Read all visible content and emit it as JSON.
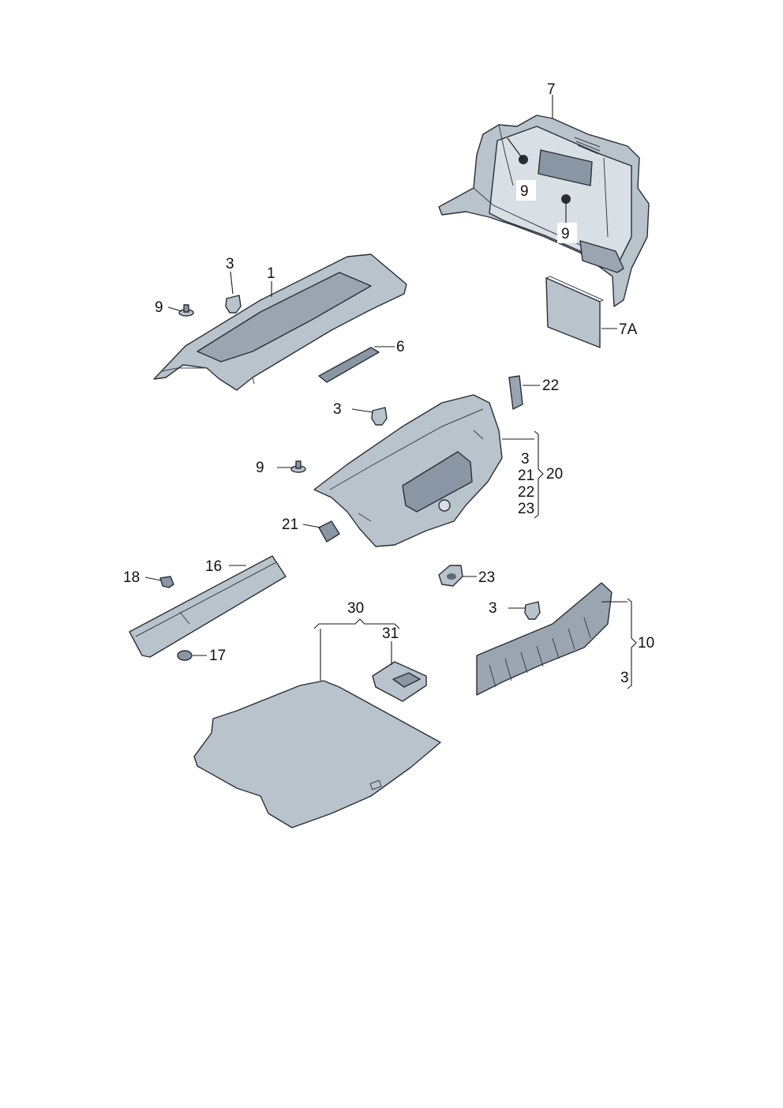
{
  "colors": {
    "part_fill": "#b9c3cc",
    "part_dark": "#8a96a3",
    "part_light": "#d8dfe5",
    "part_shadow": "#5e6a76",
    "line": "#1a1a1a",
    "text": "#111111",
    "background": "#ffffff"
  },
  "labels": {
    "p1": "1",
    "p3a": "3",
    "p9a": "9",
    "p6": "6",
    "p7": "7",
    "p9b": "9",
    "p9c": "9",
    "p7a": "7A",
    "p22": "22",
    "p3b": "3",
    "p9d": "9",
    "p20": "20",
    "g20_3": "3",
    "g20_21": "21",
    "g20_22": "22",
    "g20_23": "23",
    "p21": "21",
    "p23": "23",
    "p18": "18",
    "p16": "16",
    "p17": "17",
    "p30": "30",
    "p31": "31",
    "p3c": "3",
    "p10": "10",
    "g10_3": "3"
  }
}
